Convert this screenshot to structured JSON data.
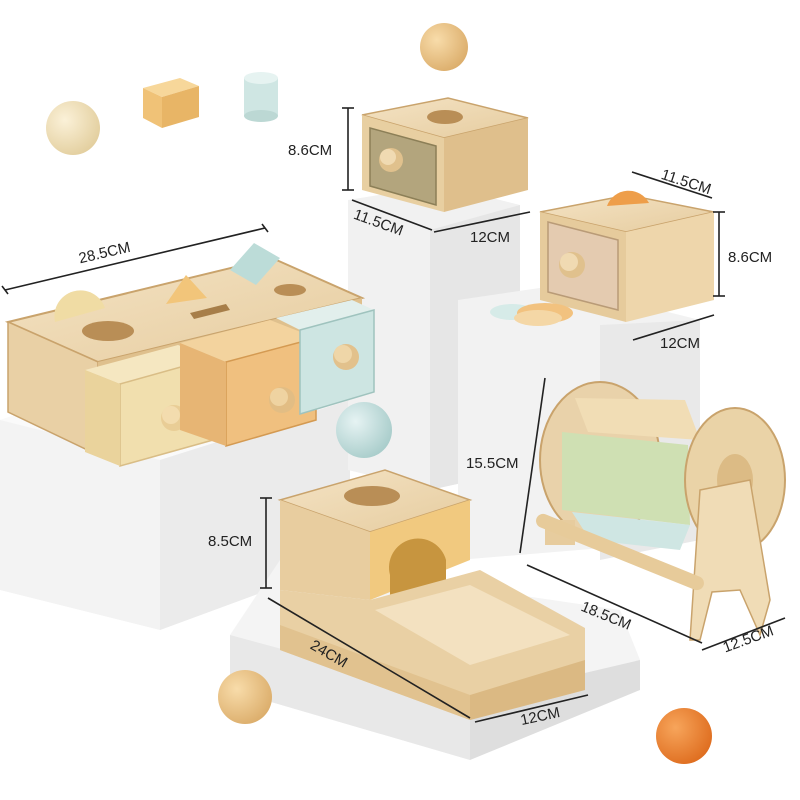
{
  "product_photo": {
    "dimensions": {
      "drawer_box_width": "28.5CM",
      "coin_box_height": "8.6CM",
      "coin_box_depth": "11.5CM",
      "coin_box_width": "12CM",
      "disc_box_depth": "11.5CM",
      "disc_box_height": "8.6CM",
      "disc_box_width": "12CM",
      "spinner_height": "15.5CM",
      "ramp_box_height": "8.5CM",
      "ramp_box_length": "24CM",
      "ramp_box_width": "12CM",
      "spinner_length": "18.5CM",
      "spinner_depth": "12.5CM"
    },
    "colors": {
      "wood_light": "#f0dbb8",
      "wood_mid": "#e2c293",
      "wood_edge": "#c9a36c",
      "pastel_yellow": "#f3e3b3",
      "pastel_orange": "#efc083",
      "pastel_mint": "#cfe5e3",
      "pastel_green": "#cfe0b3",
      "olive_drawer": "#b3a57d",
      "accent_orange": "#ed8a3a",
      "pedestal": "#f4f4f4"
    }
  }
}
